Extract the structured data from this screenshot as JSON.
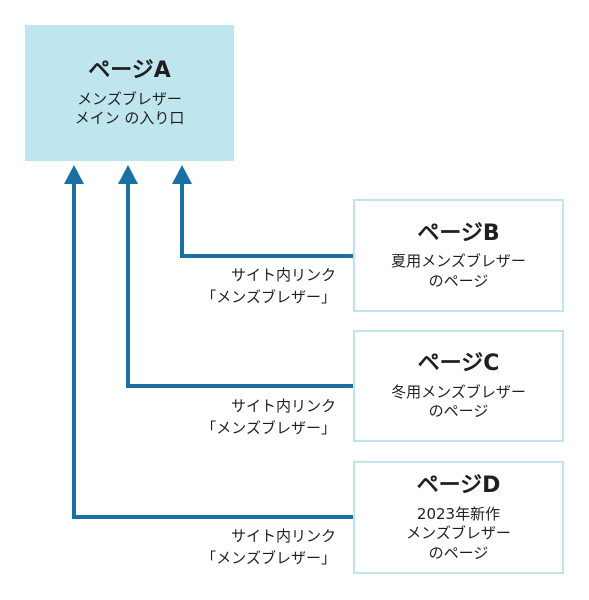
{
  "page_a": {
    "title": "ページA",
    "lines": [
      "メンズブレザー",
      "メイン の入り口"
    ]
  },
  "pages": [
    {
      "title": "ページB",
      "lines": [
        "夏用メンズブレザー",
        "のページ"
      ]
    },
    {
      "title": "ページC",
      "lines": [
        "冬用メンズブレザー",
        "のページ"
      ]
    },
    {
      "title": "ページD",
      "lines": [
        "2023年新作",
        "メンズブレザー",
        "のページ"
      ]
    }
  ],
  "link_labels": [
    [
      "サイト内リンク",
      "「メンズブレザー」"
    ],
    [
      "サイト内リンク",
      "「メンズブレザー」"
    ],
    [
      "サイト内リンク",
      "「メンズブレザー」"
    ]
  ],
  "colors": {
    "box_fill": "#bfe6ee",
    "box_border": "#bfe6ee",
    "arrow": "#1a6fa3",
    "text": "#1f1f1f"
  }
}
